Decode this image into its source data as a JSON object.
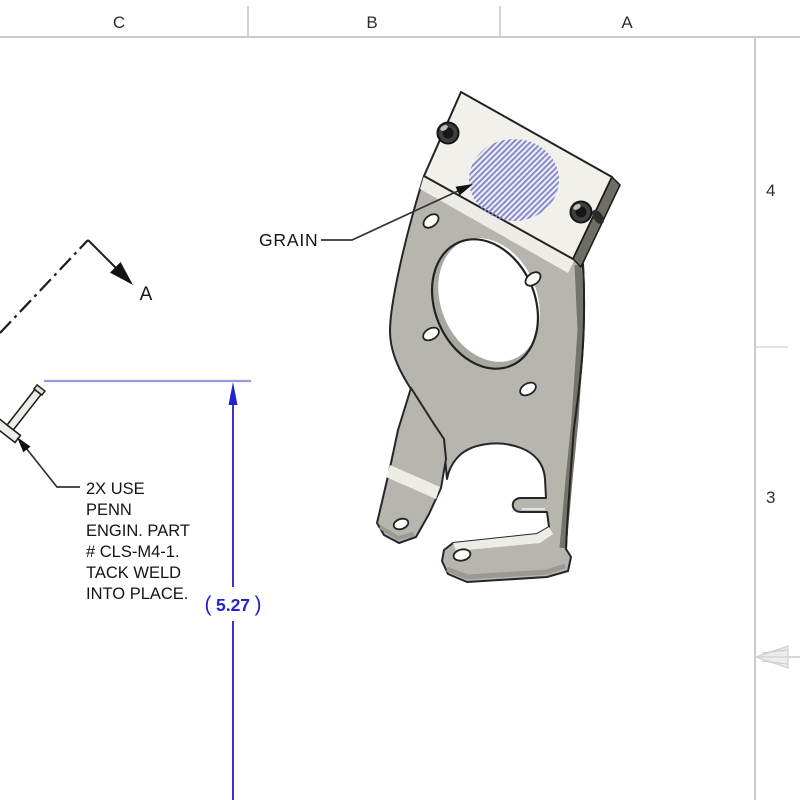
{
  "sheet": {
    "cols": [
      "C",
      "B",
      "A"
    ],
    "rows": [
      "4",
      "3"
    ]
  },
  "drawing": {
    "grain_label": "GRAIN",
    "view_label": "A",
    "note_lines": [
      "2X USE",
      "PENN",
      "ENGIN. PART",
      "# CLS-M4-1.",
      "TACK WELD",
      "INTO PLACE."
    ],
    "dimension": {
      "open": "(",
      "value": "5.27",
      "close": ")"
    },
    "colors": {
      "dimension_blue": "#2222cc",
      "extension_line": "#9a9ae0",
      "grain_hatch": "#8084d6",
      "part_plate": "#f1f0ea",
      "part_body": "#b7b6ae",
      "part_edge_dark": "#6e6e66",
      "outline": "#26262a",
      "border_grey": "#cbcbcb"
    }
  }
}
